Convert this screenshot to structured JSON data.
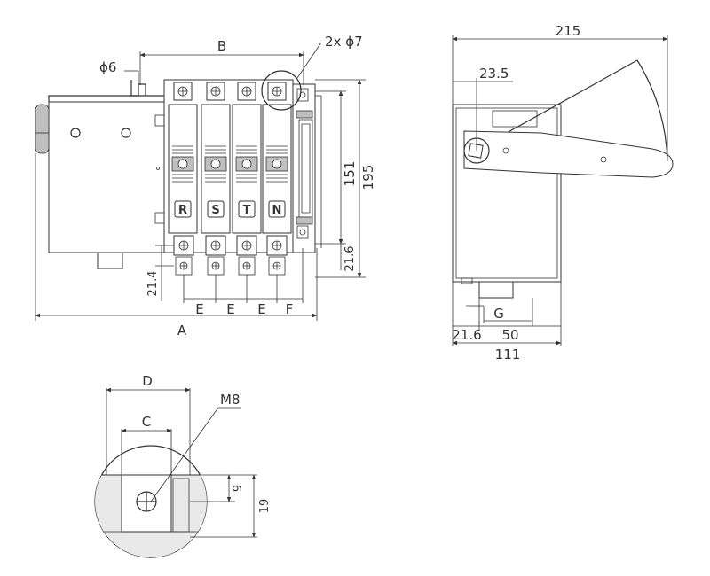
{
  "front_view": {
    "labels": {
      "B": "B",
      "phi6": "ϕ6",
      "holes": "2x ϕ7",
      "d151": "151",
      "d195": "195",
      "d21_6": "21.6",
      "d21_4": "21.4",
      "A": "A",
      "E1": "E",
      "E2": "E",
      "E3": "E",
      "F": "F"
    },
    "poles": [
      "R",
      "S",
      "T",
      "N"
    ]
  },
  "side_view": {
    "labels": {
      "d215": "215",
      "d23_5": "23.5",
      "G": "G",
      "d21_6": "21.6",
      "d50": "50",
      "d111": "111"
    }
  },
  "detail_view": {
    "labels": {
      "D": "D",
      "C": "C",
      "M8": "M8",
      "d9": "9",
      "d19": "19"
    }
  }
}
